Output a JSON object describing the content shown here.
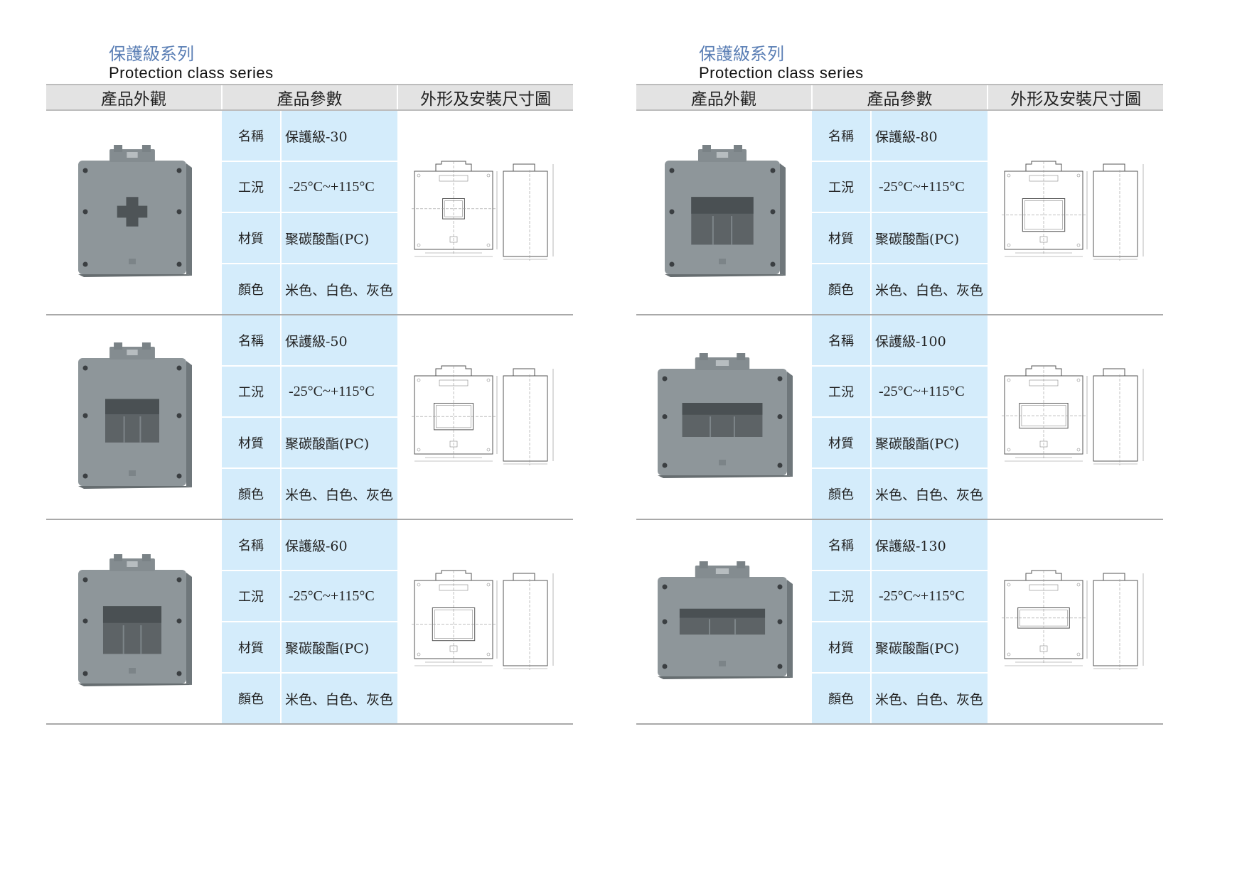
{
  "panels": [
    {
      "title_zh": "保護級系列",
      "title_en": "Protection class series",
      "headers": [
        "產品外觀",
        "產品參數",
        "外形及安裝尺寸圖"
      ],
      "rows": [
        {
          "labels": [
            "名稱",
            "工況",
            "材質",
            "顏色"
          ],
          "values": [
            "保護級-30",
            "-25°C~+115°C",
            "聚碳酸酯(PC)",
            "米色、白色、灰色"
          ],
          "window": "small"
        },
        {
          "labels": [
            "名稱",
            "工況",
            "材質",
            "顏色"
          ],
          "values": [
            "保護級-50",
            "-25°C~+115°C",
            "聚碳酸酯(PC)",
            "米色、白色、灰色"
          ],
          "window": "medium"
        },
        {
          "labels": [
            "名稱",
            "工況",
            "材質",
            "顏色"
          ],
          "values": [
            "保護級-60",
            "-25°C~+115°C",
            "聚碳酸酯(PC)",
            "米色、白色、灰色"
          ],
          "window": "large"
        }
      ]
    },
    {
      "title_zh": "保護級系列",
      "title_en": "Protection class series",
      "headers": [
        "產品外觀",
        "產品參數",
        "外形及安裝尺寸圖"
      ],
      "rows": [
        {
          "labels": [
            "名稱",
            "工況",
            "材質",
            "顏色"
          ],
          "values": [
            "保護級-80",
            "-25°C~+115°C",
            "聚碳酸酯(PC)",
            "米色、白色、灰色"
          ],
          "window": "large"
        },
        {
          "labels": [
            "名稱",
            "工況",
            "材質",
            "顏色"
          ],
          "values": [
            "保護級-100",
            "-25°C~+115°C",
            "聚碳酸酯(PC)",
            "米色、白色、灰色"
          ],
          "window": "wide"
        },
        {
          "labels": [
            "名稱",
            "工況",
            "材質",
            "顏色"
          ],
          "values": [
            "保護級-130",
            "-25°C~+115°C",
            "聚碳酸酯(PC)",
            "米色、白色、灰色"
          ],
          "window": "xwide"
        }
      ]
    }
  ],
  "colors": {
    "title_zh": "#5b7fb5",
    "param_bg": "#d4ecfb",
    "header_bg": "#e3e3e3",
    "product_gray": "#8e969a"
  }
}
